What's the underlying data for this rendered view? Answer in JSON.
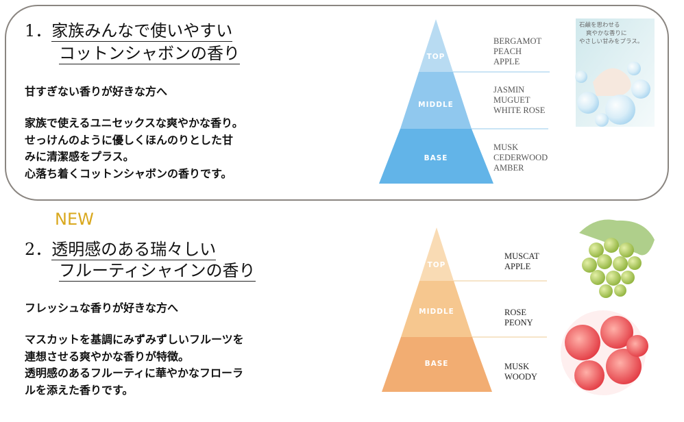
{
  "products": [
    {
      "number": "1．",
      "title_line1": "家族みんなで使いやすい",
      "title_line2": "コットンシャボンの香り",
      "lead": "甘すぎない香りが好きな方へ",
      "description": [
        "家族で使えるユニセックスな爽やかな香り。",
        "せっけんのように優しくほんのりとした甘",
        "みに清潔感をプラス。",
        "心落ち着くコットンシャボンの香りです。"
      ],
      "pyramid": {
        "top": {
          "label": "TOP",
          "notes": [
            "BERGAMOT",
            "PEACH",
            "APPLE"
          ]
        },
        "middle": {
          "label": "MIDDLE",
          "notes": [
            "JASMIN",
            "MUGUET",
            "WHITE ROSE"
          ]
        },
        "base": {
          "label": "BASE",
          "notes": [
            "MUSK",
            "CEDERWOOD",
            "AMBER"
          ]
        },
        "colors": {
          "top": "#b8dbf2",
          "middle": "#90c8ee",
          "base": "#62b4e8",
          "line": "#a9d3ef"
        }
      },
      "image_caption": [
        "石鹸を思わせる",
        "爽やかな香りに",
        "やさしい甘みをプラス。"
      ]
    },
    {
      "badge": "NEW",
      "number": "2．",
      "title_line1": "透明感のある瑞々しい",
      "title_line2": "フルーティシャインの香り",
      "lead": "フレッシュな香りが好きな方へ",
      "description": [
        "マスカットを基調にみずみずしいフルーツを",
        "連想させる爽やかな香りが特徴。",
        "透明感のあるフルーティに華やかなフローラ",
        "ルを添えた香りです。"
      ],
      "pyramid": {
        "top": {
          "label": "TOP",
          "notes": [
            "MUSCAT",
            "APPLE"
          ]
        },
        "middle": {
          "label": "MIDDLE",
          "notes": [
            "ROSE",
            "PEONY"
          ]
        },
        "base": {
          "label": "BASE",
          "notes": [
            "MUSK",
            "WOODY"
          ]
        },
        "colors": {
          "top": "#f9dbb4",
          "middle": "#f6c78f",
          "base": "#f2ad72",
          "line": "#f1d3a6"
        }
      }
    }
  ]
}
